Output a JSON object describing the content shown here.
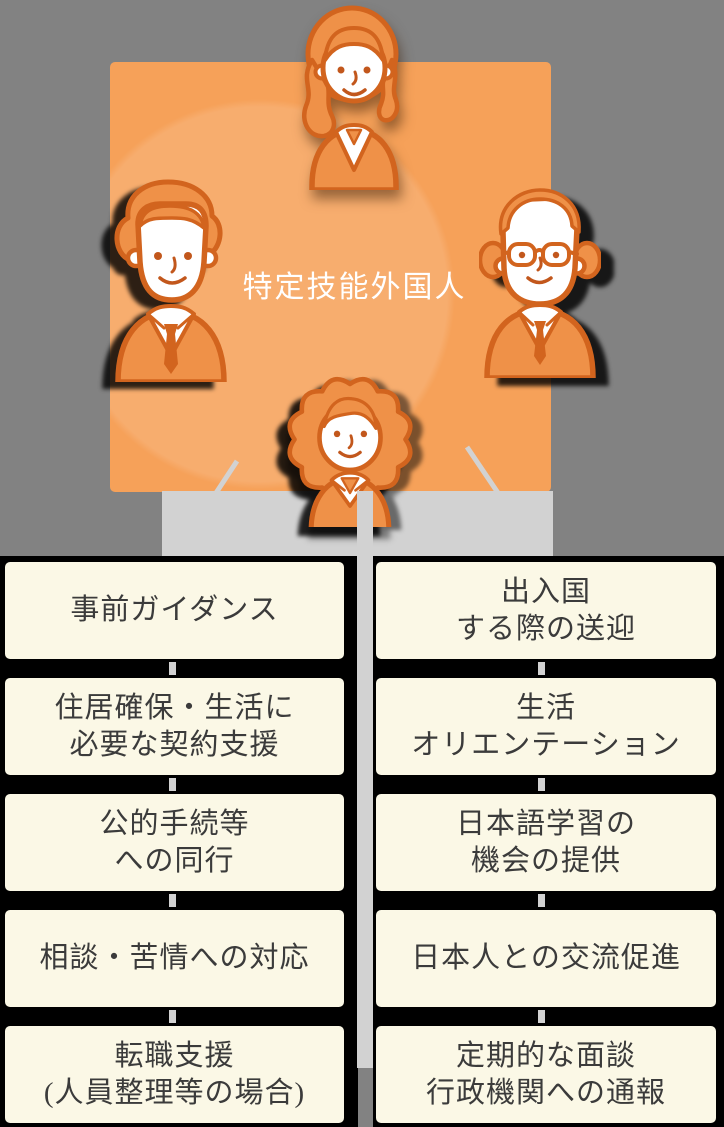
{
  "diagram_title": "特定技能外国人",
  "persons": [
    {
      "icon": "businesswoman-long-hair-icon",
      "position": "top"
    },
    {
      "icon": "businessman-short-hair-icon",
      "position": "left"
    },
    {
      "icon": "businessman-glasses-icon",
      "position": "right"
    },
    {
      "icon": "businesswoman-wavy-hair-icon",
      "position": "bottom"
    }
  ],
  "support_boxes": {
    "left": [
      "事前ガイダンス",
      "住居確保・生活に\n必要な契約支援",
      "公的手続等\nへの同行",
      "相談・苦情への対応",
      "転職支援\n(人員整理等の場合)"
    ],
    "right": [
      "出入国\nする際の送迎",
      "生活\nオリエンテーション",
      "日本語学習の\n機会の提供",
      "日本人との交流促進",
      "定期的な面談\n行政機関への通報"
    ]
  },
  "colors": {
    "page_background": "#828282",
    "panel_orange": "#f6a159",
    "illustration_line": "#d2641e",
    "illustration_fill": "#ef9148",
    "connector_gray": "#d2d2d2",
    "box_cream": "#fbf8e6",
    "box_text": "#3b3b3b",
    "frame_black": "#000000",
    "title_white": "#ffffff"
  }
}
